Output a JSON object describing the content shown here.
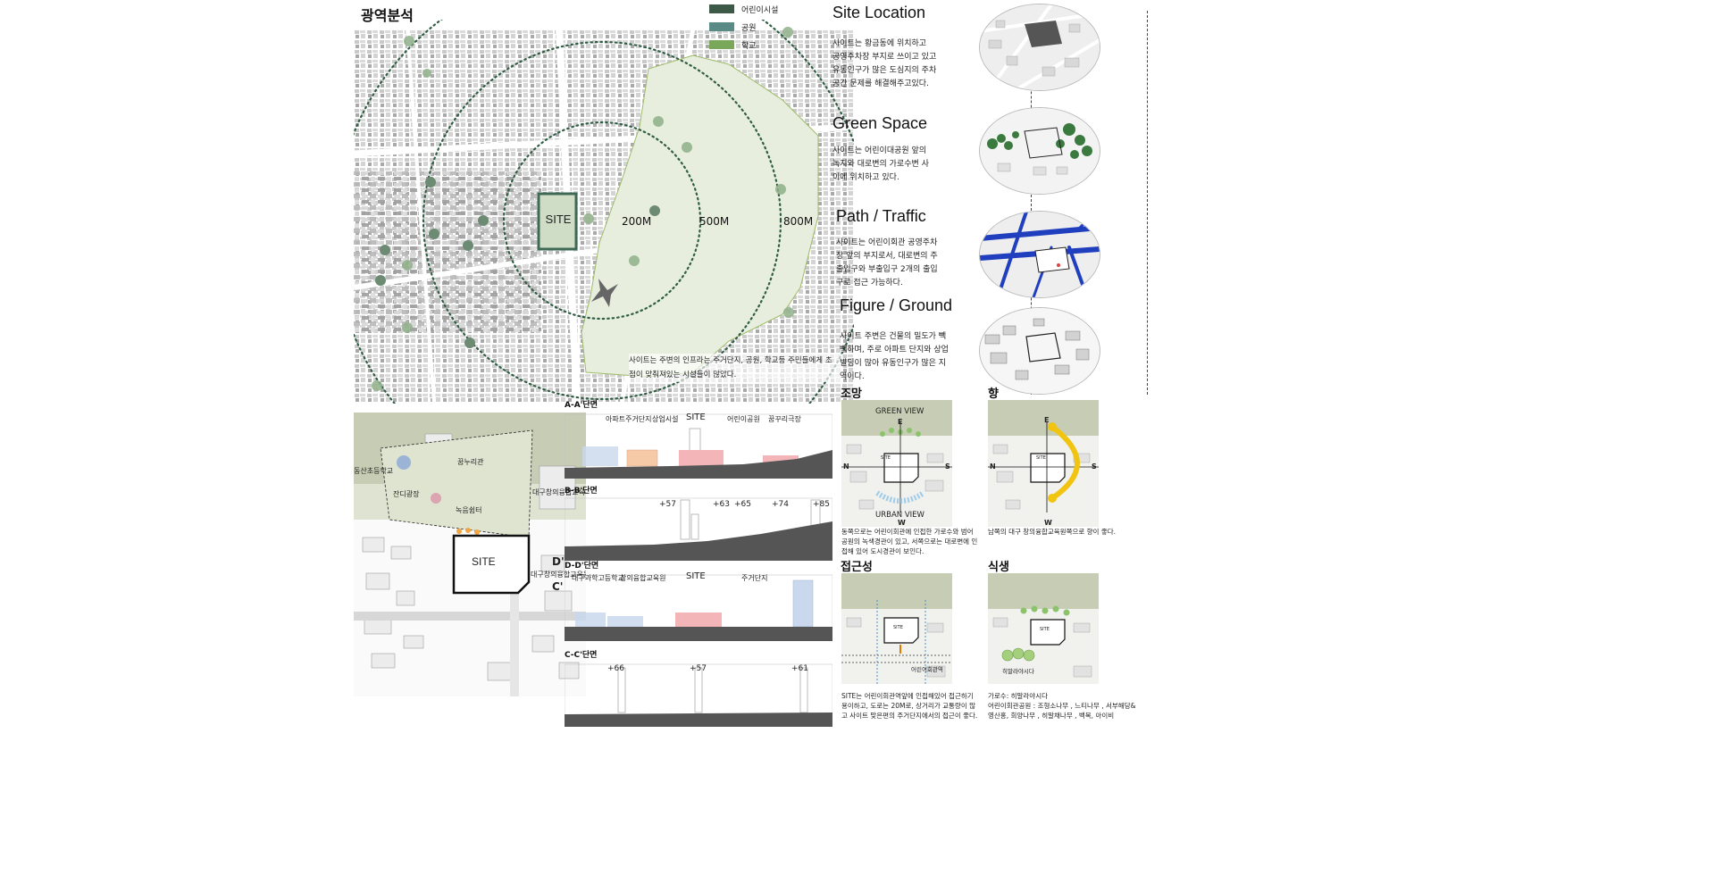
{
  "main_title": "광역분석",
  "legend": [
    {
      "label": "어린이시설",
      "color": "#3d5a48"
    },
    {
      "label": "공원",
      "color": "#5a8a86"
    },
    {
      "label": "학교",
      "color": "#7aa85a"
    }
  ],
  "map": {
    "site_label": "SITE",
    "rings": [
      "200M",
      "500M",
      "800M"
    ],
    "caption": "사이트는 주변의 인프라는 주거단지, 공원, 학교등 주민들에게 초\n점이 맞춰져있는 시설들이 많았다."
  },
  "sections": [
    {
      "heading": "Site Location",
      "body": "사이트는 황금동에 위치하고\n공영주차장 부지로 쓰이고 있고\n유동인구가 많은 도심지의 주차\n공간 문제를 해결해주고있다."
    },
    {
      "heading": "Green Space",
      "body": "사이트는 어린이대공원 앞의\n녹지와 대로변의 가로수변 사\n이에 위치하고 있다."
    },
    {
      "heading": "Path / Traffic",
      "body": "사이트는 어린이회관 공영주차\n장 앞의 부지로서, 대로변의 주\n출입구와 부출입구 2개의 출입\n구로 접근 가능하다."
    },
    {
      "heading": "Figure / Ground",
      "body": "사이트 주변은 건물의 밀도가 빽\n빽하며, 주로 아파트 단지와 상업\n빌딩이 많아 유동인구가 많은 지\n역이다."
    }
  ],
  "site_plan": {
    "labels": [
      "동산초등학교",
      "꿈누리관",
      "잔디광장",
      "녹음쉼터",
      "대구창의융합교육원",
      "대구창의융합교육원"
    ],
    "site_label": "SITE",
    "marker_d": "D'",
    "marker_c": "C'"
  },
  "section_drawings": [
    {
      "title": "A-A'단면",
      "labels": [
        "아파트주거단지",
        "상업시설",
        "SITE",
        "어린이공원",
        "꿈꾸리극장"
      ]
    },
    {
      "title": "B-B'단면",
      "labels": [
        "+57",
        "+63",
        "+65",
        "+74",
        "+85"
      ]
    },
    {
      "title": "D-D'단면",
      "labels": [
        "대구과학고등학교",
        "창의융합교육원",
        "SITE",
        "주거단지"
      ]
    },
    {
      "title": "C-C'단면",
      "labels": [
        "+66",
        "+57",
        "+61"
      ]
    }
  ],
  "panels": [
    {
      "title": "조망",
      "tags": [
        "GREEN VIEW",
        "URBAN VIEW"
      ],
      "caption": "동쪽으로는 어린이회관에 인접한 가로수와 범어\n공원의 녹색경관이 있고, 서쪽으로는 대로변에 인\n접해 있어 도시경관이 보인다."
    },
    {
      "title": "향",
      "tags": [],
      "caption": "남쪽의 대구 창의융합교육원쪽으로 향이 좋다."
    },
    {
      "title": "접근성",
      "tags": [
        "어린이회관역"
      ],
      "caption": "SITE는 어린이회관역앞에 인접해있어 접근하기\n용이하고, 도로는 20M로, 상거리가 교통량이 많\n고 사이트 맞은편의 주거단지에서의 접근이 좋다."
    },
    {
      "title": "식생",
      "tags": [
        "히말라야시다"
      ],
      "caption": "가로수: 히말라야시다\n어린이회관공원 : 조형소나무 , 느티나무 , 서부해당&\n영산홍, 회양나무 , 히말채나무 , 백목, 아이비"
    }
  ],
  "compass": {
    "n": "N",
    "s": "S",
    "e": "E",
    "w": "W",
    "site": "SITE"
  },
  "colors": {
    "green_space": "#e7eedc",
    "site_fill": "#cfdcc6",
    "site_stroke": "#3e6a54",
    "ring": "#2f5d43",
    "traffic": "#1f3fbf",
    "section_red": "#f3b5b8",
    "section_blue": "#c9d8ec",
    "sun": "#f1c40f"
  }
}
